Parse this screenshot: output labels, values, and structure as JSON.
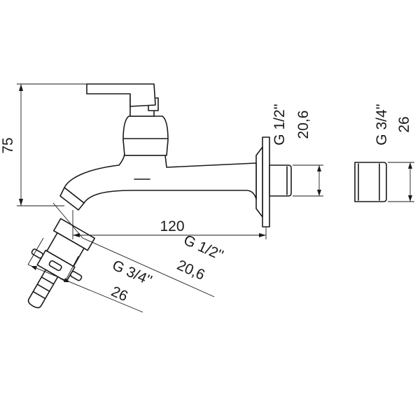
{
  "dimensions": {
    "height": "75",
    "length": "120",
    "wall_thread": {
      "thread": "G 1/2''",
      "diameter": "20,6"
    },
    "hose_thread": {
      "thread": "G 3/4''",
      "diameter": "26"
    },
    "wall_thread_angled": {
      "thread": "G 1/2''",
      "diameter": "20,6"
    },
    "hose_thread_angled": {
      "thread": "G 3/4''",
      "diameter": "26"
    }
  },
  "colors": {
    "line": "#1a1a1a",
    "background": "#ffffff"
  }
}
